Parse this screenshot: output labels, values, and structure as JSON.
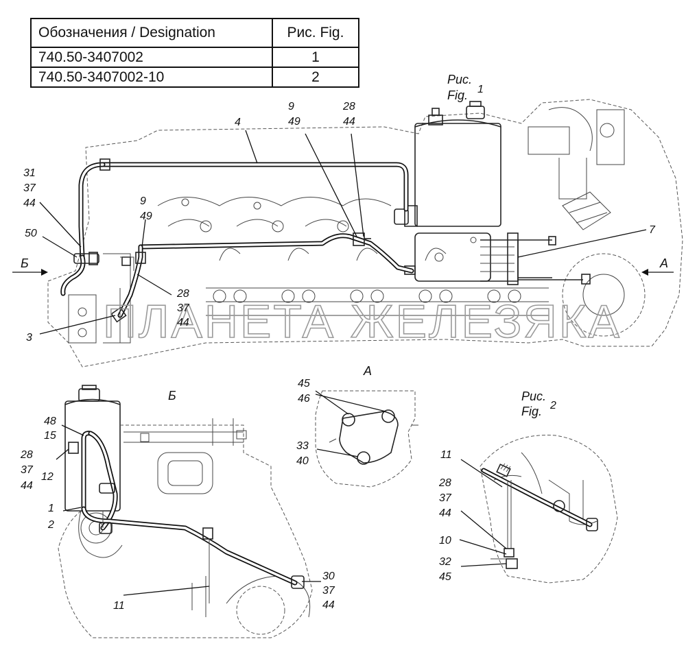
{
  "table": {
    "header": [
      "Обозначения / Designation",
      "Рис. Fig."
    ],
    "rows": [
      [
        "740.50-3407002",
        "1"
      ],
      [
        "740.50-3407002-10",
        "2"
      ]
    ]
  },
  "fig1": {
    "caption_ru": "Рис.",
    "caption_en": "Fig.",
    "number": "1"
  },
  "fig2": {
    "caption_ru": "Рис.",
    "caption_en": "Fig.",
    "number": "2"
  },
  "views": {
    "a": "А",
    "b": "Б"
  },
  "watermark": "ПЛАНЕТА ЖЕЛЕЗЯКА",
  "callouts": {
    "main": {
      "c31_37_44": [
        "31",
        "37",
        "44"
      ],
      "c50": "50",
      "c3": "3",
      "c9_49_left": [
        "9",
        "49"
      ],
      "c28_37_44": [
        "28",
        "37",
        "44"
      ],
      "c4": "4",
      "c9_49_top": [
        "9",
        "49"
      ],
      "c28_44": [
        "28",
        "44"
      ],
      "c7": "7",
      "arrow_b": "Б",
      "arrow_a": "А"
    },
    "view_b": {
      "c48_15": [
        "48",
        "15"
      ],
      "c28_37_44": [
        "28",
        "37",
        "44"
      ],
      "c12": "12",
      "c1_2": [
        "1",
        "2"
      ],
      "c30_37_44": [
        "30",
        "37",
        "44"
      ],
      "c11": "11"
    },
    "view_a": {
      "c45_46": [
        "45",
        "46"
      ],
      "c33_40": [
        "33",
        "40"
      ]
    },
    "fig2_view": {
      "c11": "11",
      "c28_37_44": [
        "28",
        "37",
        "44"
      ],
      "c10": "10",
      "c32_45": [
        "32",
        "45"
      ]
    }
  }
}
